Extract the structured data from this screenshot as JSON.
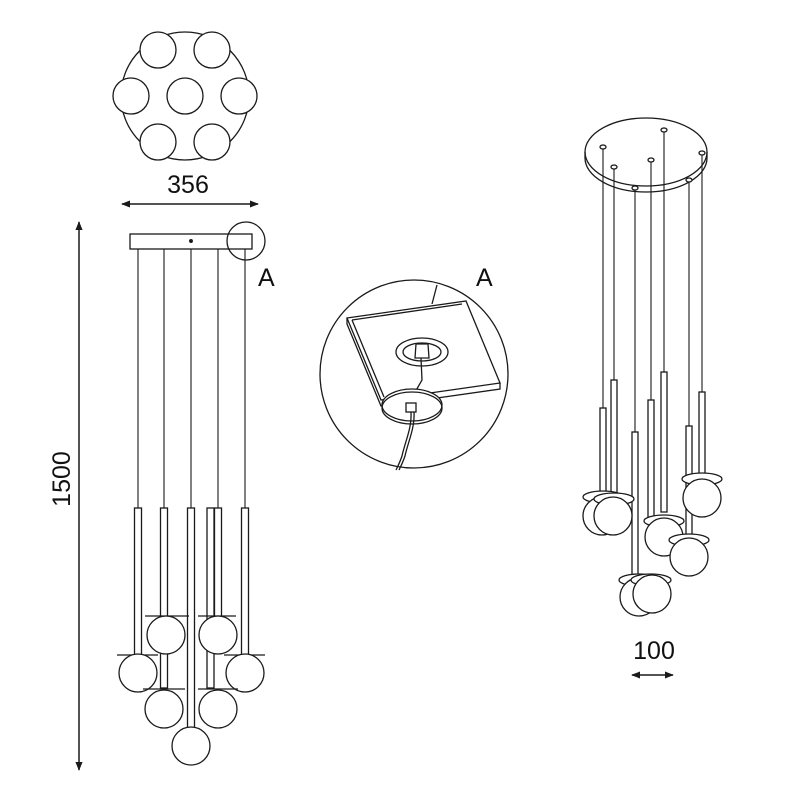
{
  "dimensions": {
    "top_width": "356",
    "total_height": "1500",
    "globe_diameter": "100"
  },
  "detail_labels": {
    "callout_marker": "A",
    "detail_title": "A"
  },
  "colors": {
    "line": "#1a1a1a",
    "background": "#ffffff"
  }
}
